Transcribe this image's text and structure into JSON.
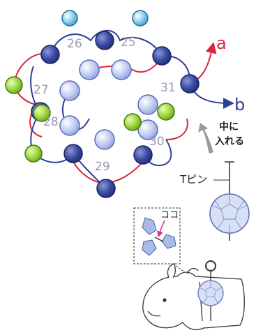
{
  "diagram": {
    "labels": {
      "n25": "25",
      "n26": "26",
      "n27": "27",
      "n28": "28",
      "n29": "29",
      "n30": "30",
      "n31": "31",
      "a": "a",
      "b": "b",
      "insert_line1": "中に",
      "insert_line2": "入れる",
      "tpin": "Tピン",
      "koko": "ココ"
    },
    "colors": {
      "red_thread": "#d7263d",
      "blue_thread": "#2e3f9a",
      "dark_bead": "#33408f",
      "light_bead": "#b7c4ee",
      "green_bead": "#8fce3a",
      "cyan_bead": "#5cb8e0",
      "number_text": "#9a9ab0",
      "crystal": "#9fb3e0",
      "line": "#333333",
      "magenta_arrow": "#e0308a"
    }
  }
}
